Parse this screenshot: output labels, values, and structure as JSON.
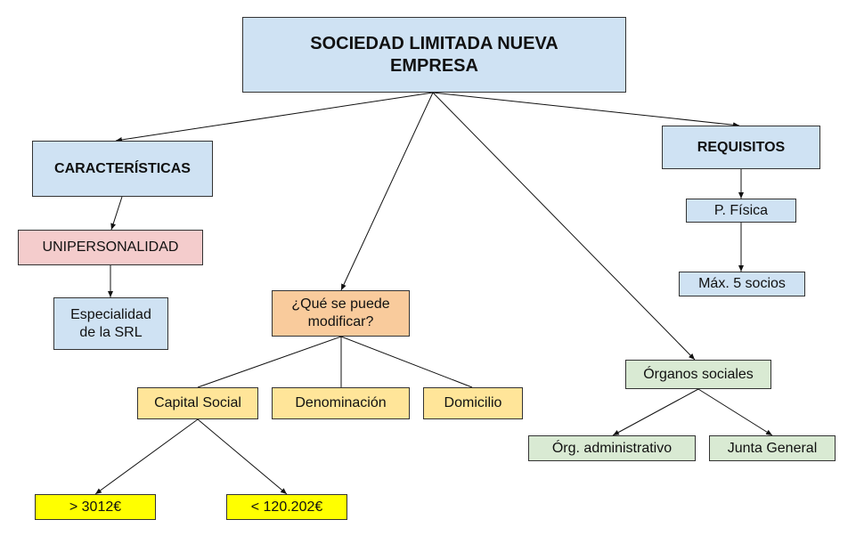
{
  "title": "SOCIEDAD LIMITADA NUEVA EMPRESA",
  "caracteristicas": {
    "label": "CARACTERÍSTICAS",
    "unipersonalidad": "UNIPERSONALIDAD",
    "especialidad": "Especialidad de la SRL"
  },
  "modificar": {
    "label": "¿Qué se puede modificar?",
    "capital_social": "Capital Social",
    "denominacion": "Denominación",
    "domicilio": "Domicilio",
    "min_capital": "> 3012€",
    "max_capital": "< 120.202€"
  },
  "requisitos": {
    "label": "REQUISITOS",
    "persona": "P. Física",
    "socios": "Máx. 5 socios"
  },
  "organos": {
    "label": "Órganos sociales",
    "administrativo": "Órg. administrativo",
    "junta": "Junta General"
  },
  "colors": {
    "blue": "#cfe2f3",
    "pink": "#f4cccc",
    "orange": "#f9cb9c",
    "light_yellow": "#ffe599",
    "yellow": "#ffff00",
    "green": "#d9ead3"
  }
}
